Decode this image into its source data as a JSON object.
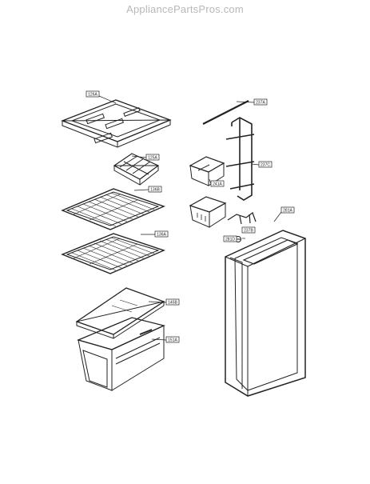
{
  "watermark": "AppliancePartsPros.com",
  "callouts": [
    "126A",
    "125A",
    "136B",
    "136A",
    "145B",
    "151A",
    "237A",
    "237C",
    "241A",
    "237B",
    "281D",
    "281A"
  ]
}
